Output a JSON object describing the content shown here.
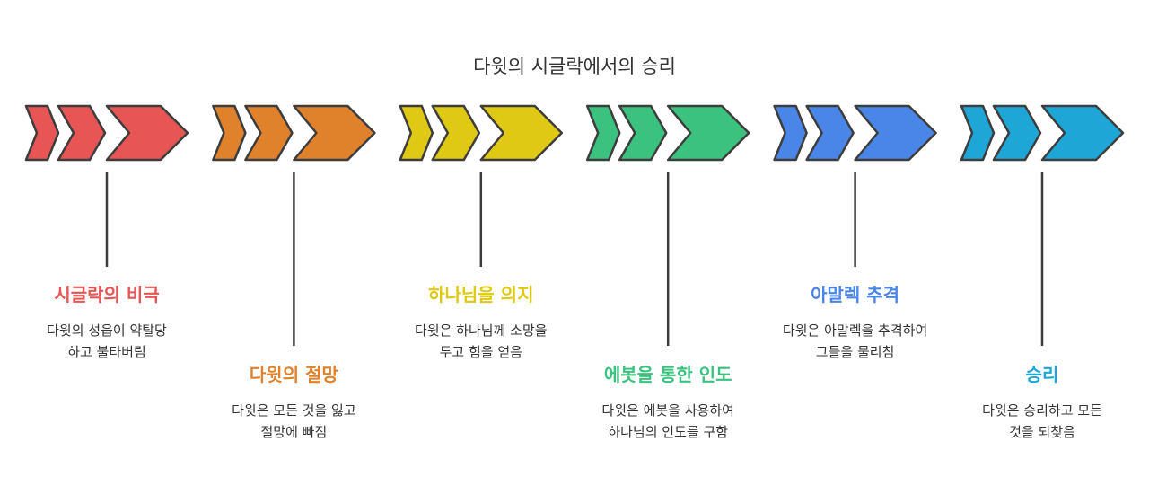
{
  "title": "다윗의 시글락에서의 승리",
  "colors": {
    "stroke": "#3d3d3d",
    "connector": "#3d3d3d"
  },
  "stages": [
    {
      "title": "시글락의 비극",
      "desc": [
        "다윗의 성읍이 약탈당",
        "하고 불타버림"
      ],
      "color": "#e85555",
      "label": "up"
    },
    {
      "title": "다윗의 절망",
      "desc": [
        "다윗은 모든 것을 잃고",
        "절망에 빠짐"
      ],
      "color": "#e0822c",
      "label": "down"
    },
    {
      "title": "하나님을 의지",
      "desc": [
        "다윗은 하나님께 소망을",
        "두고 힘을 얻음"
      ],
      "color": "#dfc915",
      "label": "up"
    },
    {
      "title": "에봇을 통한 인도",
      "desc": [
        "다윗은 에봇을 사용하여",
        "하나님의 인도를 구함"
      ],
      "color": "#3cc27f",
      "label": "down"
    },
    {
      "title": "아말렉 추격",
      "desc": [
        "다윗은 아말렉을 추격하여",
        "그들을 물리침"
      ],
      "color": "#4a86e8",
      "label": "up"
    },
    {
      "title": "승리",
      "desc": [
        "다윗은 승리하고 모든",
        "것을 되찾음"
      ],
      "color": "#1ea7d6",
      "label": "down"
    }
  ]
}
